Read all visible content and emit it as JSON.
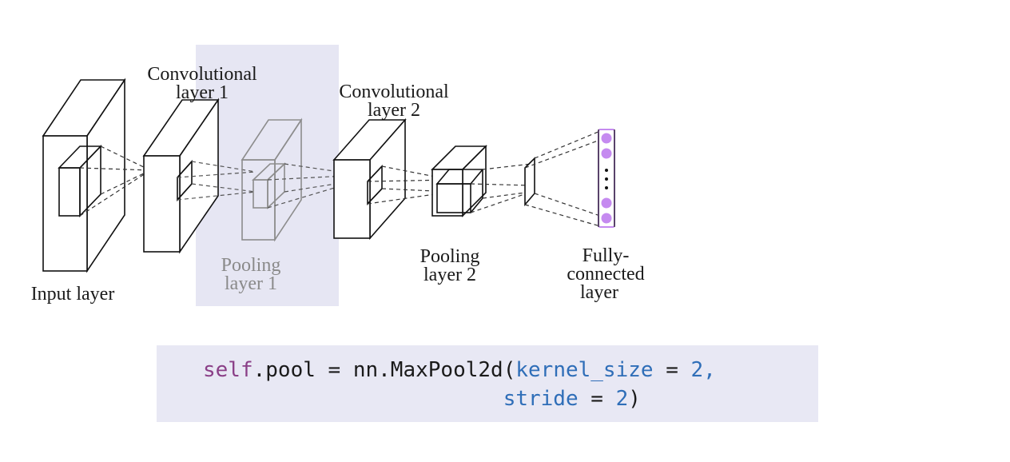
{
  "labels": {
    "input_layer": "Input layer",
    "conv1_line1": "Convolutional",
    "conv1_line2": "layer 1",
    "pool1_line1": "Pooling",
    "pool1_line2": "layer 1",
    "conv2_line1": "Convolutional",
    "conv2_line2": "layer 2",
    "pool2_line1": "Pooling",
    "pool2_line2": "layer 2",
    "fc_line1": "Fully-",
    "fc_line2": "connected",
    "fc_line3": "layer"
  },
  "code": {
    "self_kw": "self",
    "line1_mid": ".pool = nn.MaxPool2d(",
    "param1": "kernel_size",
    "eq1": " = ",
    "val1": "2",
    "comma": ",",
    "indent2": "                        ",
    "param2": "stride",
    "eq2": " = ",
    "val2": "2",
    "close": ")"
  },
  "colors": {
    "highlight": "#e6e6f3",
    "code_bg": "#e8e8f4",
    "neuron": "#c58af0",
    "self_keyword": "#8a3f87",
    "param_keyword": "#2f6eb8"
  }
}
